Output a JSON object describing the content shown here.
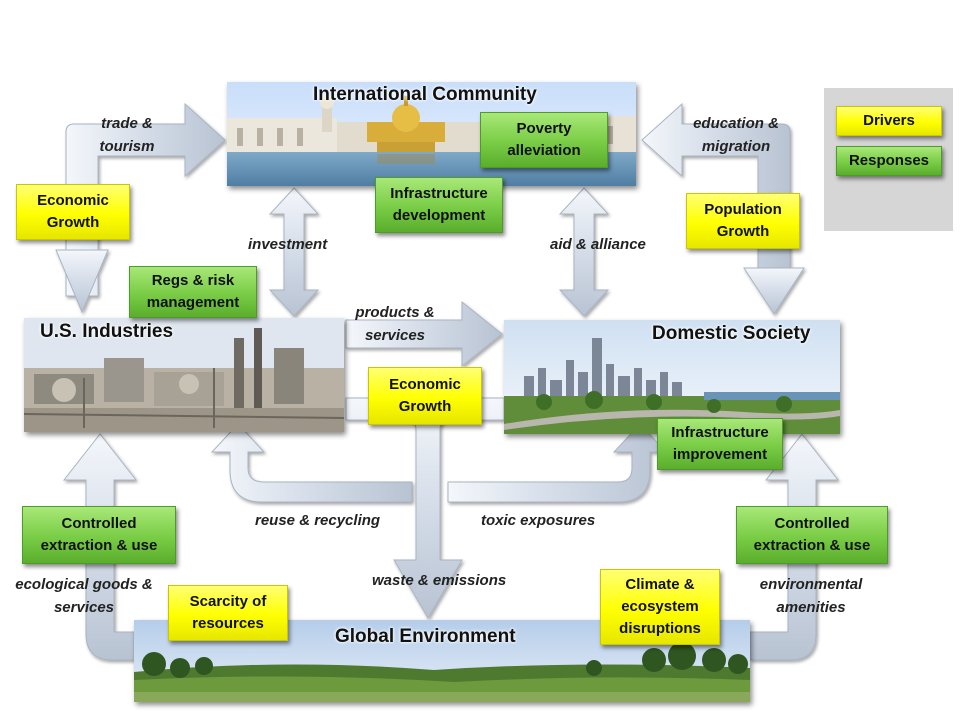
{
  "nodes": {
    "international": "International Community",
    "industries": "U.S. Industries",
    "domestic": "Domestic Society",
    "environment": "Global Environment"
  },
  "boxes": {
    "poverty": "Poverty alleviation",
    "infra_dev": "Infrastructure development",
    "econ_growth_left": "Economic Growth",
    "regs": "Regs & risk management",
    "pop_growth": "Population Growth",
    "econ_growth_center": "Economic Growth",
    "infra_improve": "Infrastructure improvement",
    "controlled_left": "Controlled extraction & use",
    "controlled_right": "Controlled extraction & use",
    "scarcity": "Scarcity of resources",
    "climate": "Climate & ecosystem disruptions"
  },
  "flows": {
    "trade": "trade & tourism",
    "education": "education & migration",
    "investment": "investment",
    "aid": "aid & alliance",
    "products": "products & services",
    "reuse": "reuse & recycling",
    "toxic": "toxic exposures",
    "waste": "waste & emissions",
    "ecological": "ecological goods & services",
    "amenities": "environmental amenities"
  },
  "legend": {
    "drivers": "Drivers",
    "responses": "Responses"
  },
  "colors": {
    "driver": "#ffff00",
    "response": "#79cc45",
    "arrow": "#d8e0ec"
  }
}
